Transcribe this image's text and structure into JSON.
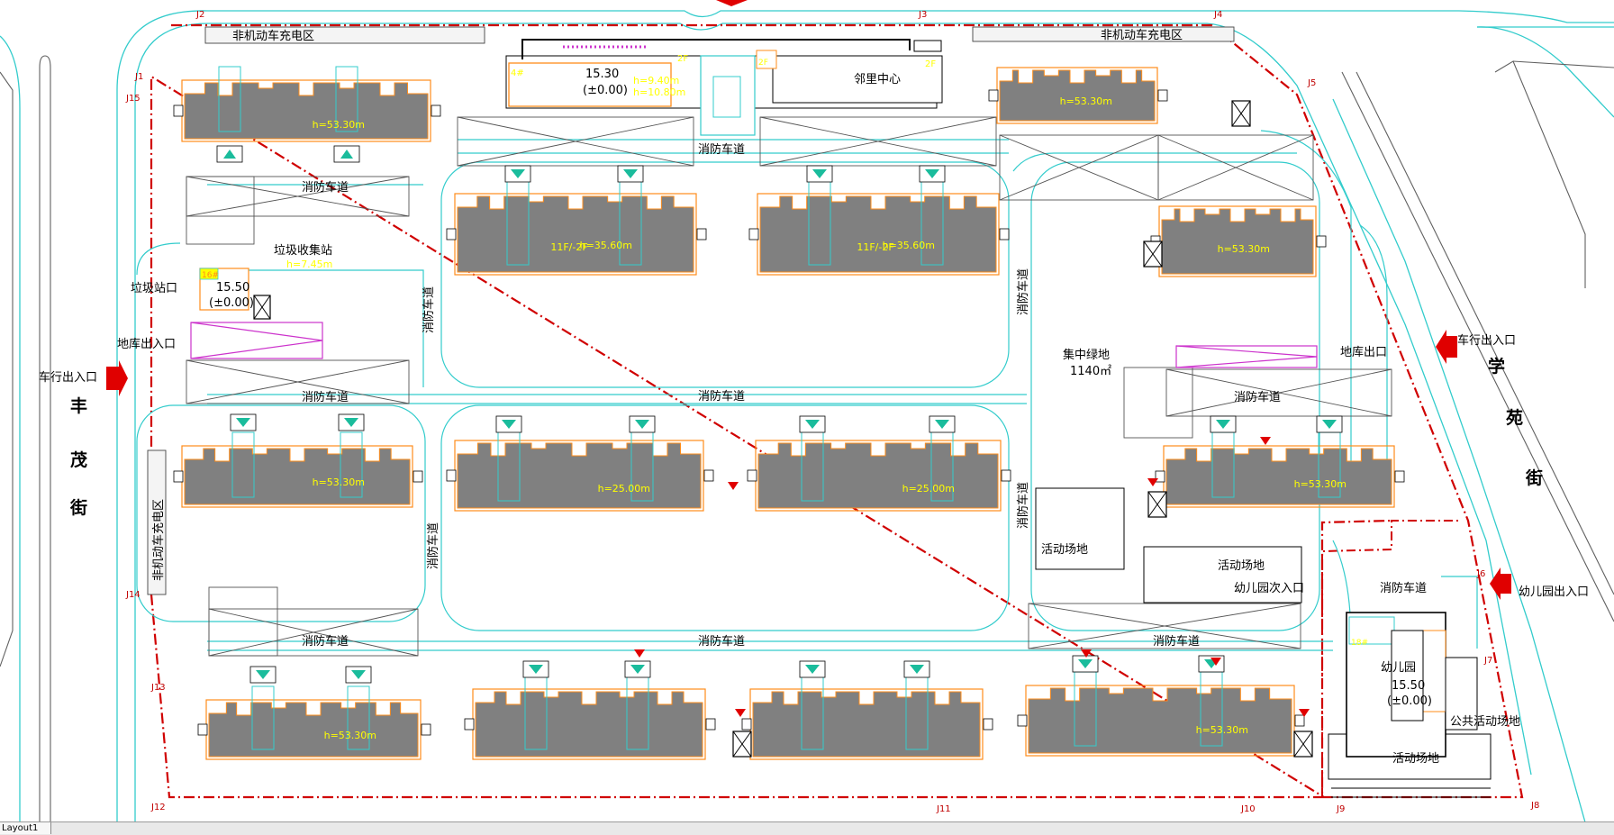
{
  "layout_tab": "Layout1",
  "streets": {
    "west": [
      "丰",
      "茂",
      "街"
    ],
    "east": [
      "学",
      "苑",
      "街"
    ]
  },
  "entrances": {
    "vehicle_west": "车行出入口",
    "vehicle_east": "车行出入口",
    "kindergarten": "幼儿园出入口",
    "kindergarten_secondary": "幼儿园次入口",
    "garage_in_out": "地库出入口",
    "garage_exit": "地库出口",
    "garbage_port": "垃圾站口"
  },
  "zones": {
    "ev_charging": "非机动车充电区",
    "neighborhood_center": "邻里中心",
    "garbage_station": "垃圾收集站",
    "garbage_station_h": "h=7.45m",
    "central_green": "集中绿地",
    "central_green_area": "1140㎡",
    "activity": "活动场地",
    "kindergarten": "幼儿园",
    "public_activity": "公共活动场地",
    "fire_lane": "消防车道"
  },
  "elevations": {
    "center": {
      "value": "15.30",
      "zero": "(±0.00)"
    },
    "garbage": {
      "value": "15.50",
      "zero": "(±0.00)"
    },
    "kindergarten": {
      "value": "15.50",
      "zero": "(±0.00)"
    }
  },
  "center_heights": [
    "h=9.40m",
    "h=10.80m"
  ],
  "building_tags": {
    "b4": "4#",
    "b16": "16#",
    "b18": "18#",
    "fl2": "2F",
    "floors": "11F/-2F"
  },
  "heights": {
    "h5330": "h=53.30m",
    "h3560": "h=35.60m",
    "h2500": "h=25.00m"
  },
  "boundary_points": [
    "J1",
    "J2",
    "J3",
    "J4",
    "J5",
    "J6",
    "J7",
    "J8",
    "J9",
    "J10",
    "J11",
    "J12",
    "J13",
    "J14",
    "J15"
  ],
  "colors": {
    "building": "#808080",
    "outline": "#ff8c1a",
    "road": "#33cccc",
    "boundary": "#d00000",
    "height_text": "#ffff00",
    "underground": "#cc33cc",
    "arrow": "#e00000"
  }
}
